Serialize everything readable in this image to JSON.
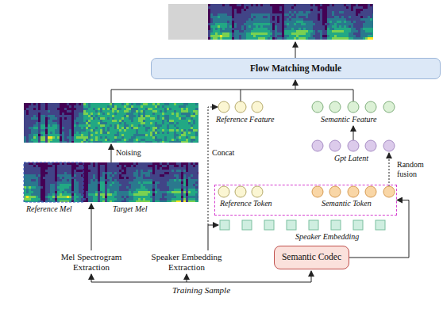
{
  "diagram": {
    "nodes": [
      {
        "text": [
          "Flow Matching Module"
        ]
      },
      {
        "text": [
          "Semantic Codec"
        ]
      },
      {
        "text": [
          "Reference Token",
          "Semantic Token"
        ]
      }
    ],
    "edges": [
      {
        "from": 1,
        "to": 2,
        "arrow": "to"
      }
    ],
    "labels": [
      "Reference Feature",
      "Semantic Feature",
      "Noising",
      "Concat",
      "Gpt Latent",
      "Random fusion",
      "Reference Mel",
      "Target Mel",
      "Speaker Embedding",
      "Mel Spectrogram Extraction",
      "Speaker Embedding Extraction",
      "Training Sample"
    ]
  }
}
